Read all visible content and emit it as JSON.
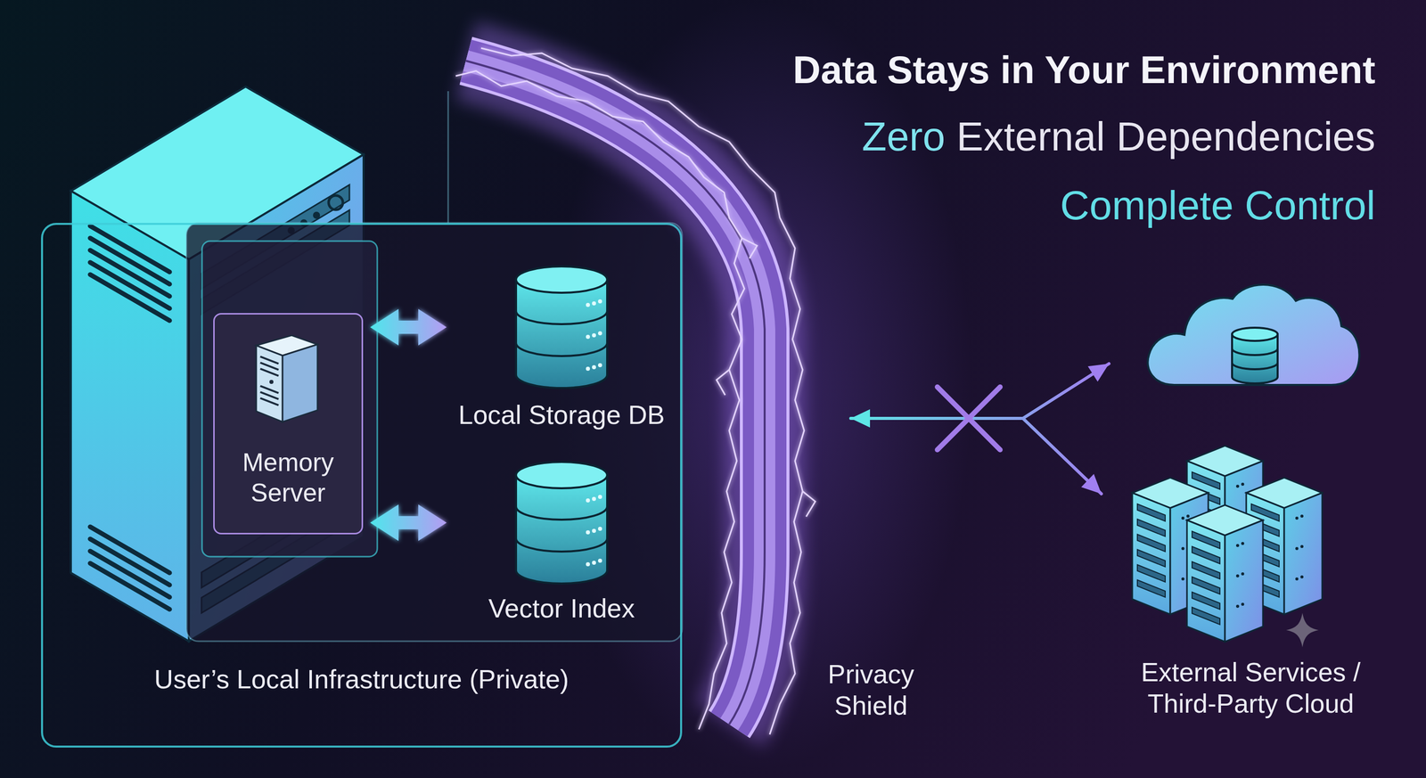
{
  "diagram": {
    "title": "Data Stays in Your Environment",
    "nodes": [
      {
        "text": [
          "User’s Local Infrastructure (Private)"
        ]
      },
      {
        "text": [
          "Memory Server"
        ],
        "in": 0
      },
      {
        "text": [
          "Local Storage DB"
        ],
        "in": 0
      },
      {
        "text": [
          "Vector Index"
        ],
        "in": 0
      },
      {
        "text": [
          "Privacy Shield"
        ]
      },
      {
        "text": [
          "External Services / Third-Party Cloud"
        ]
      }
    ],
    "edges": [
      {
        "from": 1,
        "to": 2,
        "arrow": "both"
      },
      {
        "from": 1,
        "to": 3,
        "arrow": "both"
      },
      {
        "from": 4,
        "to": 5,
        "arrow": "both"
      }
    ],
    "labels": [
      "Zero External Dependencies",
      "Complete Control"
    ]
  }
}
